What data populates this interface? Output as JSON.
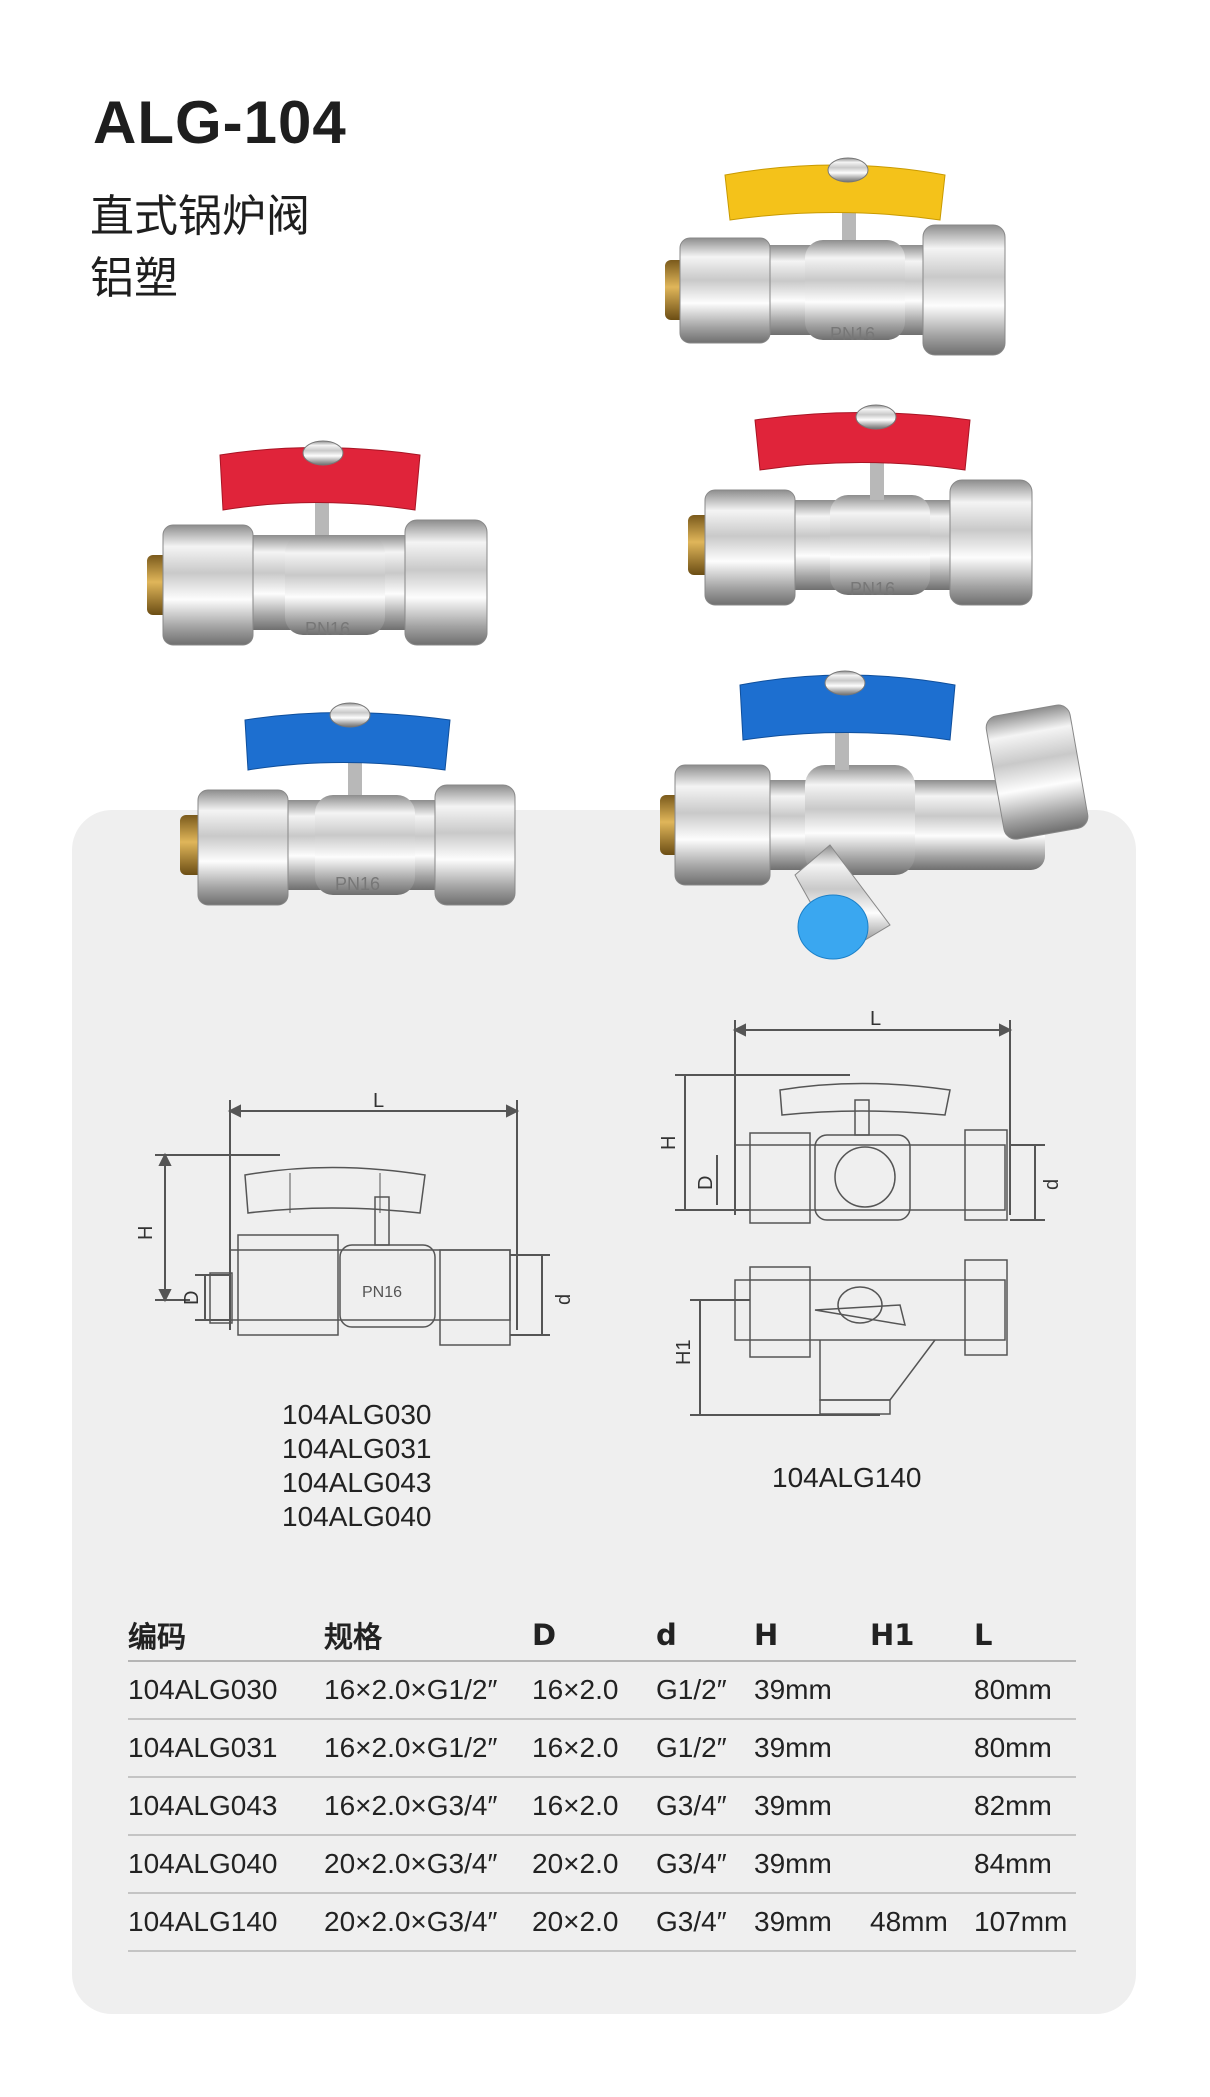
{
  "header": {
    "model": "ALG-104",
    "name_line1": "直式锅炉阀",
    "name_line2": "铝塑"
  },
  "products": {
    "handle_colors": {
      "yellow": "#f4c21a",
      "red": "#e0243a",
      "blue": "#1d6fd0",
      "cap_blue": "#3aa7f0"
    },
    "body_badge": "PN16"
  },
  "drawings": {
    "dim_L": "L",
    "dim_H": "H",
    "dim_D": "D",
    "dim_d": "d",
    "dim_H1": "H1",
    "badge": "PN16",
    "straight_models": [
      "104ALG030",
      "104ALG031",
      "104ALG043",
      "104ALG040"
    ],
    "filter_model": "104ALG140"
  },
  "table": {
    "headers": [
      "编码",
      "规格",
      "D",
      "d",
      "H",
      "H1",
      "L"
    ],
    "rows": [
      [
        "104ALG030",
        "16×2.0×G1/2″",
        "16×2.0",
        "G1/2″",
        "39mm",
        "",
        "80mm"
      ],
      [
        "104ALG031",
        "16×2.0×G1/2″",
        "16×2.0",
        "G1/2″",
        "39mm",
        "",
        "80mm"
      ],
      [
        "104ALG043",
        "16×2.0×G3/4″",
        "16×2.0",
        "G3/4″",
        "39mm",
        "",
        "82mm"
      ],
      [
        "104ALG040",
        "20×2.0×G3/4″",
        "20×2.0",
        "G3/4″",
        "39mm",
        "",
        "84mm"
      ],
      [
        "104ALG140",
        "20×2.0×G3/4″",
        "20×2.0",
        "G3/4″",
        "39mm",
        "48mm",
        "107mm"
      ]
    ]
  }
}
